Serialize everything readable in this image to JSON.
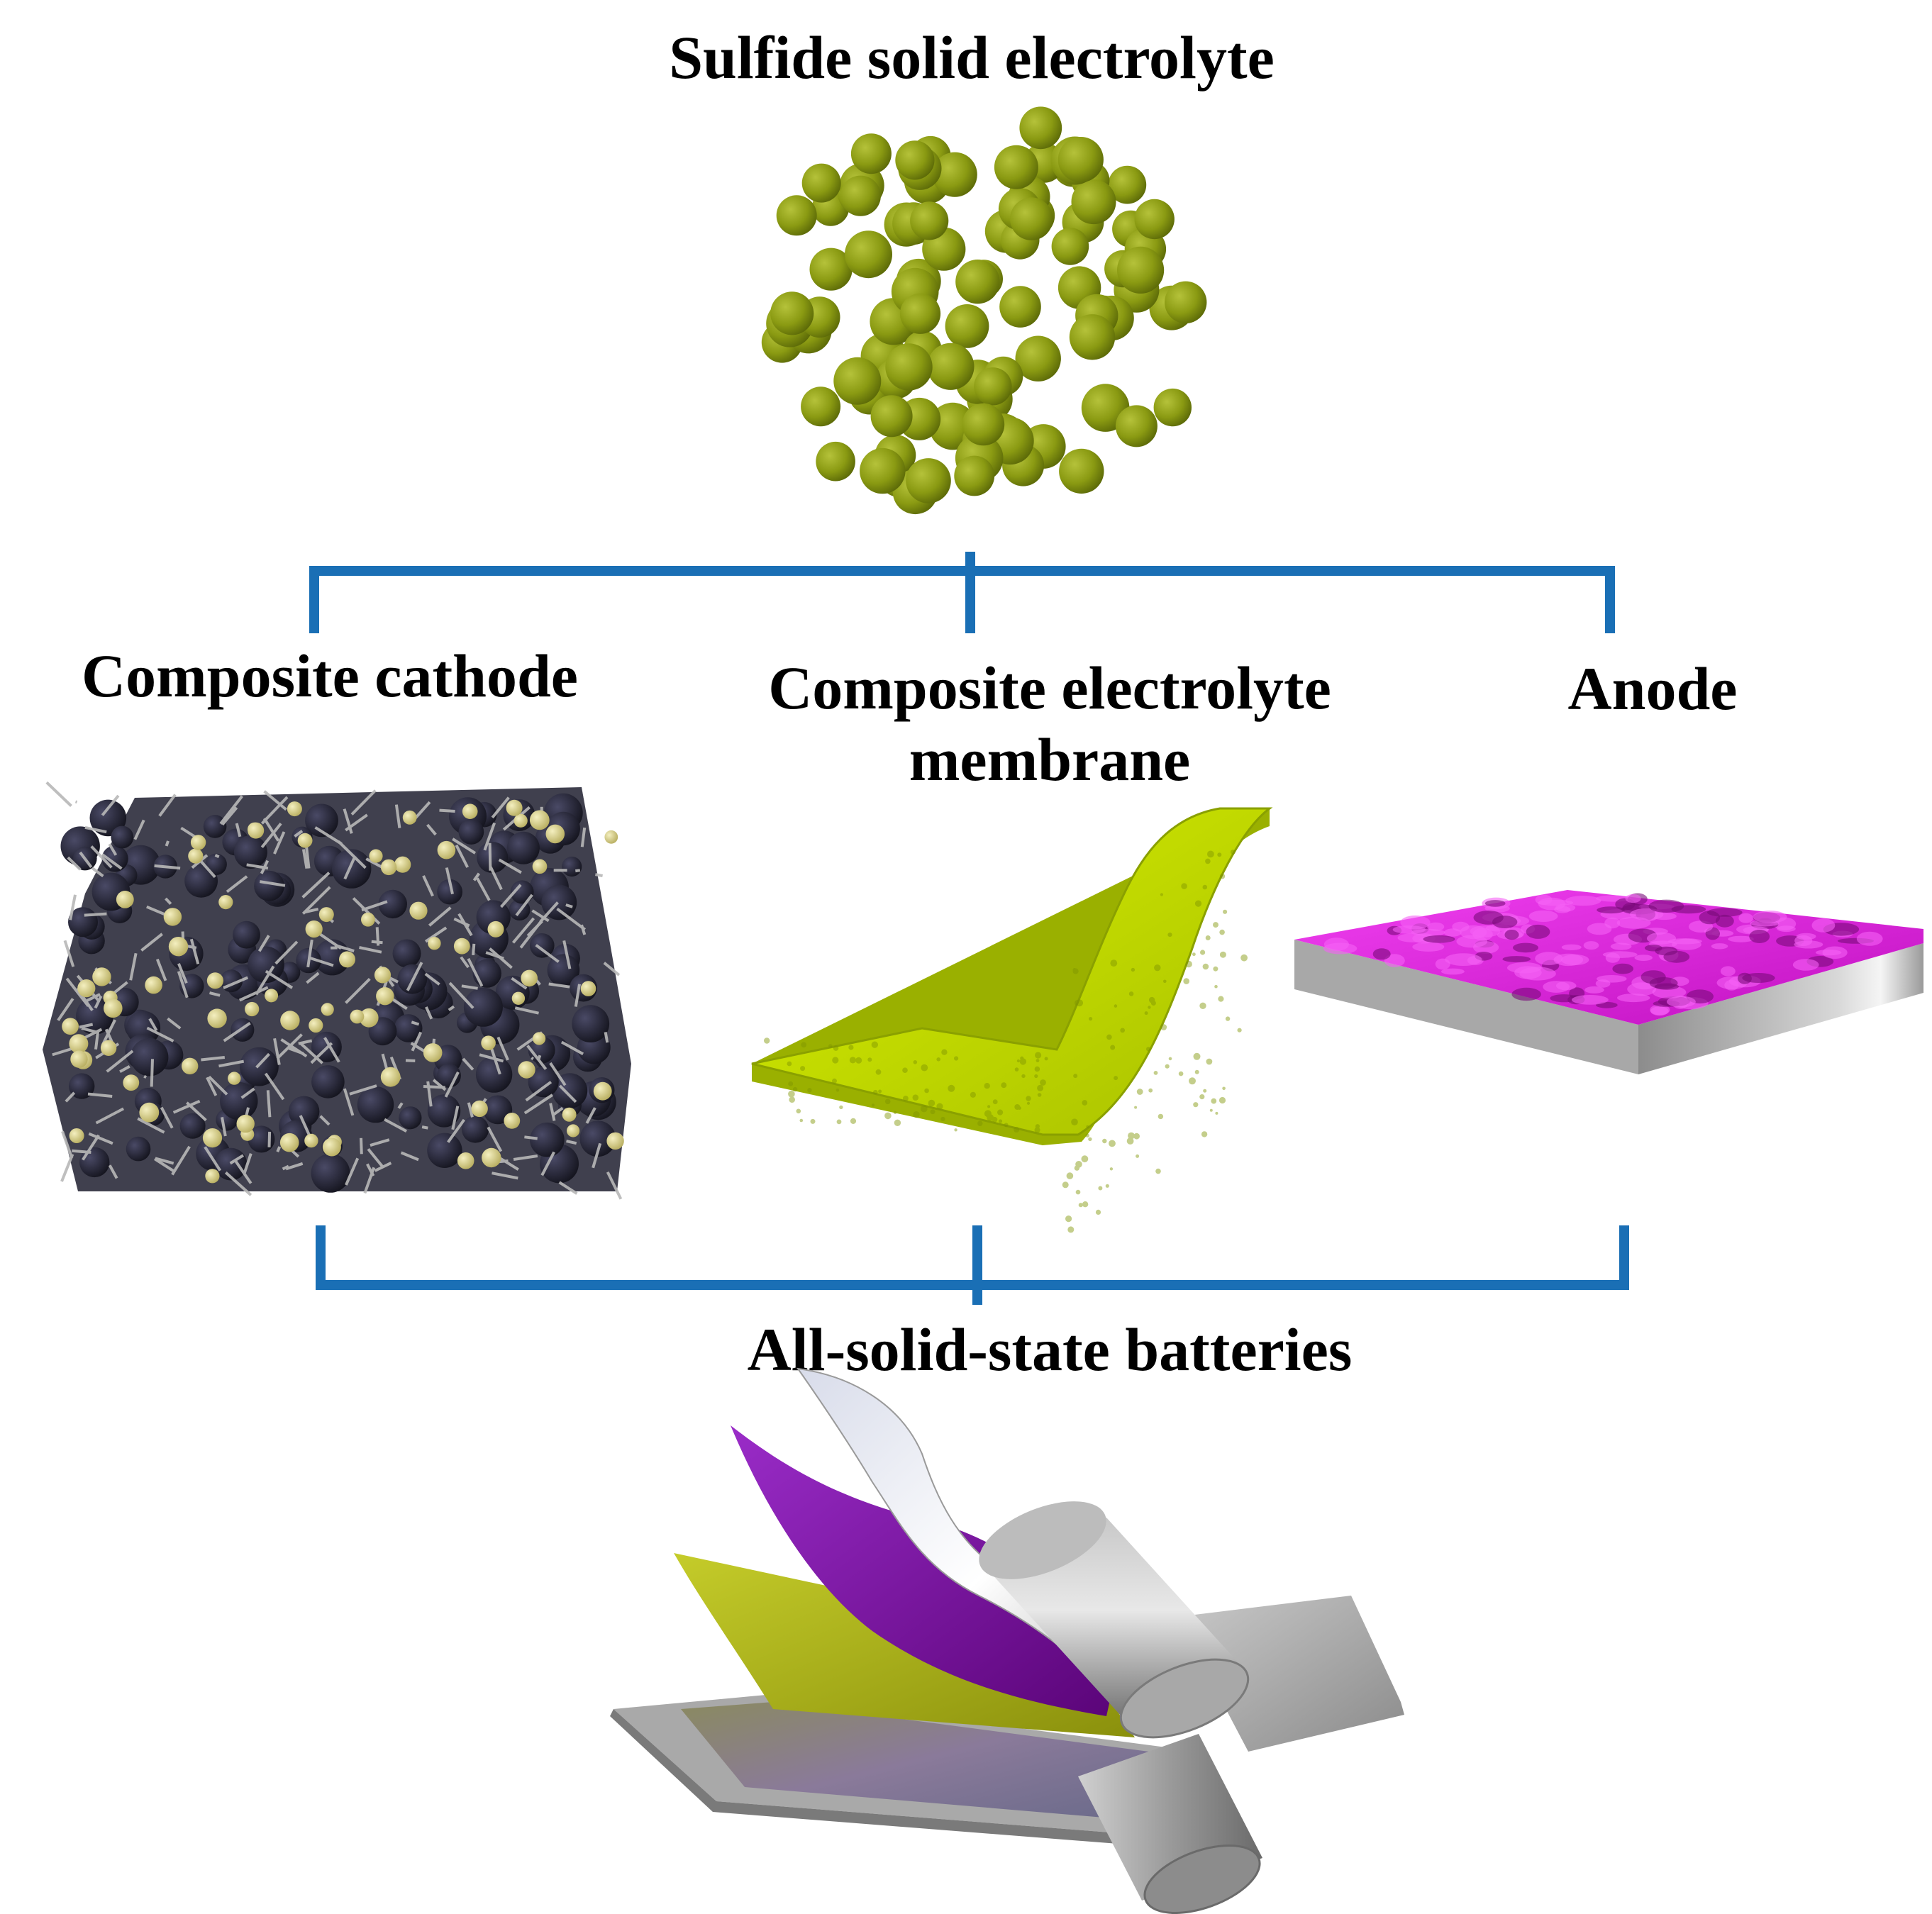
{
  "title": "Sulfide solid electrolyte",
  "components": {
    "cathode": "Composite cathode",
    "membrane_line1": "Composite electrolyte",
    "membrane_line2": "membrane",
    "anode": "Anode"
  },
  "bottom_title": "All-solid-state batteries",
  "colors": {
    "bracket": "#1a6fb5",
    "electrolyte_particle": "#8a9a12",
    "membrane": "#c8e000",
    "anode_surface": "#e020e0",
    "anode_base": "#b0b0b0",
    "cathode_particle_dark": "#2b2b3a",
    "cathode_particle_yellow": "#d8d090",
    "battery_purple": "#7a0aa0",
    "battery_olive": "#a8b010",
    "roller": "#9a9a9a"
  }
}
